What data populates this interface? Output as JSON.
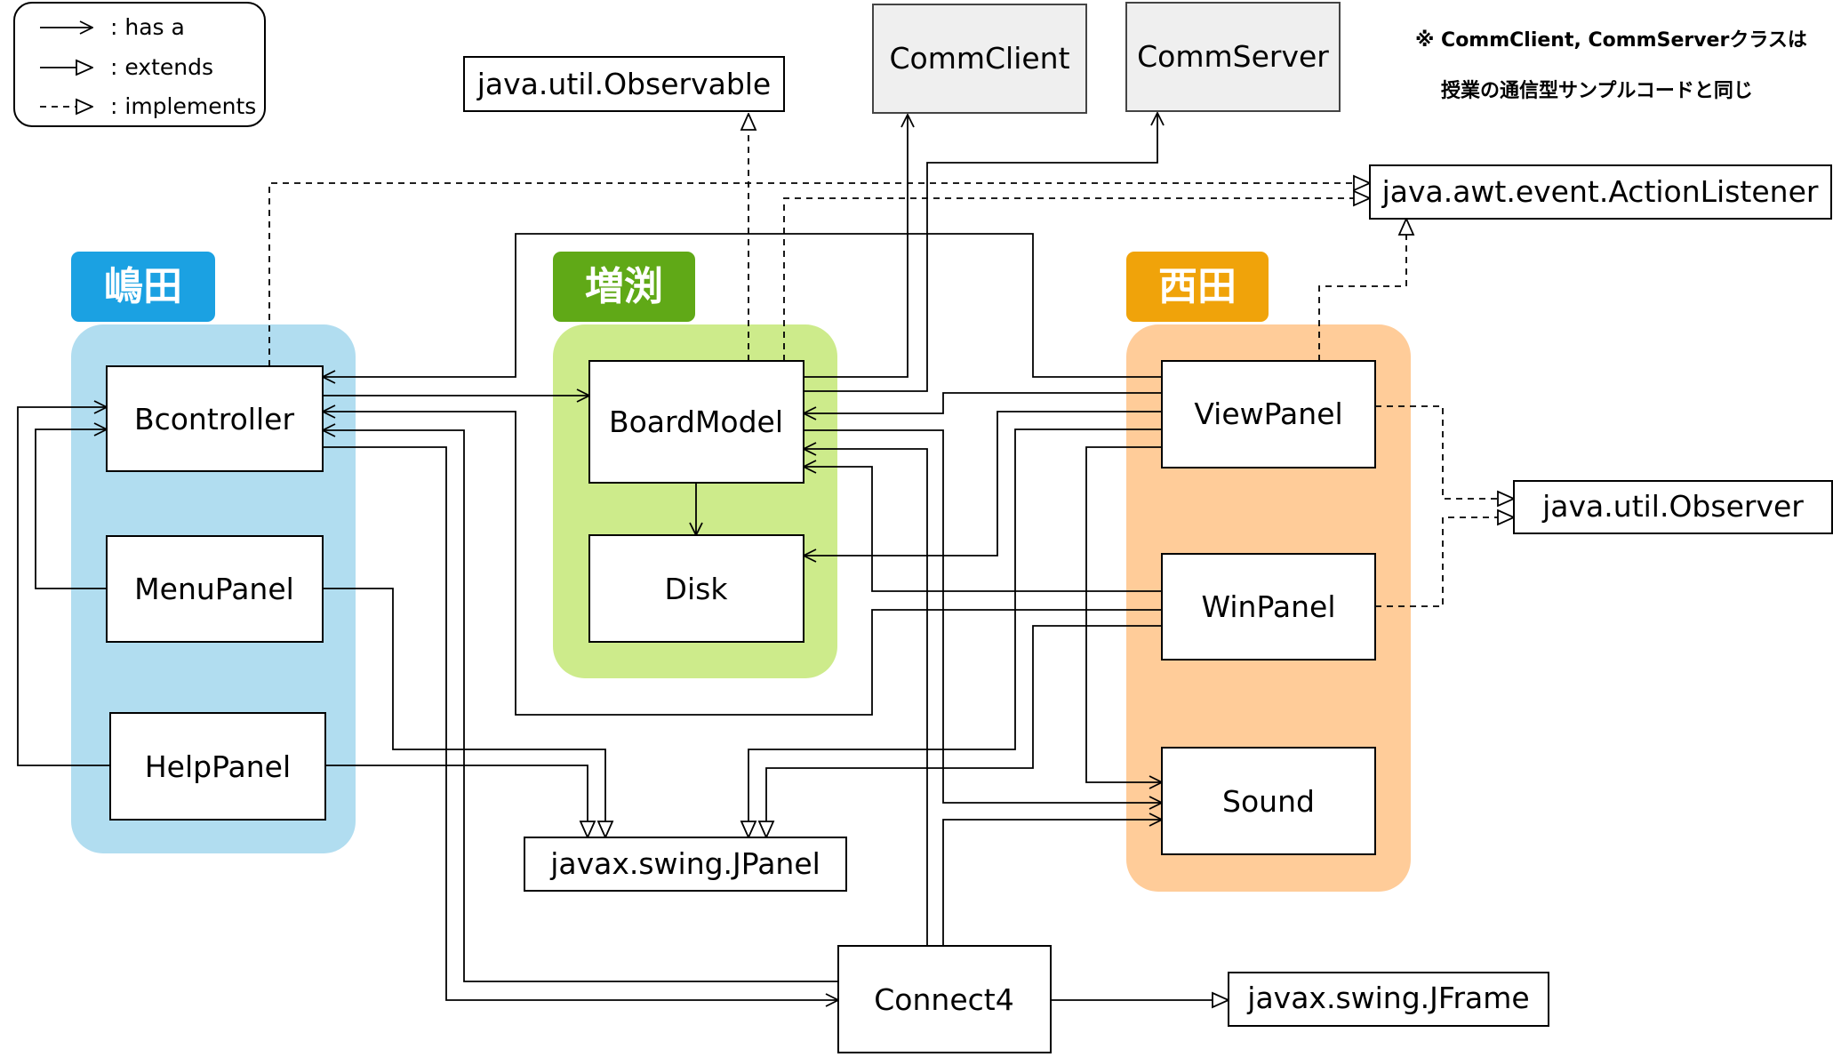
{
  "legend": {
    "has_a": ": has a",
    "extends": ": extends",
    "implements": ": implements"
  },
  "note": {
    "line1": "※ CommClient, CommServerクラスは",
    "line2": "授業の通信型サンプルコードと同じ"
  },
  "groups": {
    "shimada": {
      "label": "嶋田",
      "tag_color": "#1ba1e2",
      "bg_color": "#b1ddf0"
    },
    "masubuchi": {
      "label": "増渕",
      "tag_color": "#60a917",
      "bg_color": "#cdeb8b"
    },
    "nishida": {
      "label": "西田",
      "tag_color": "#f0a30a",
      "bg_color": "#ffcc99"
    }
  },
  "classes": {
    "bcontroller": "Bcontroller",
    "menupanel": "MenuPanel",
    "helppanel": "HelpPanel",
    "boardmodel": "BoardModel",
    "disk": "Disk",
    "viewpanel": "ViewPanel",
    "winpanel": "WinPanel",
    "sound": "Sound",
    "connect4": "Connect4",
    "commclient": "CommClient",
    "commserver": "CommServer",
    "observable": "java.util.Observable",
    "actionlistener": "java.awt.event.ActionListener",
    "observer": "java.util.Observer",
    "jpanel": "javax.swing.JPanel",
    "jframe": "javax.swing.JFrame"
  },
  "colors": {
    "external_fill": "#efefef"
  }
}
